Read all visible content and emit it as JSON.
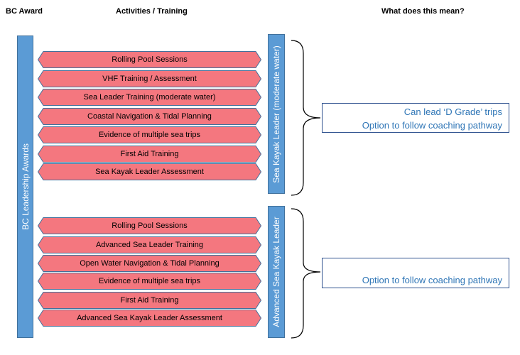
{
  "headers": {
    "bc_award": "BC Award",
    "activities": "Activities / Training",
    "meaning": "What does this mean?"
  },
  "left_bar": {
    "label": "BC Leadership Awards"
  },
  "group1": {
    "award": "Sea Kayak Leader (moderate water)",
    "activities": [
      "Rolling Pool Sessions",
      "VHF Training / Assessment",
      "Sea Leader Training (moderate water)",
      "Coastal Navigation & Tidal Planning",
      "Evidence of multiple sea trips",
      "First Aid Training",
      "Sea Kayak Leader Assessment"
    ],
    "meaning": [
      "Can lead ‘D Grade’ trips",
      "Option to follow coaching pathway"
    ]
  },
  "group2": {
    "award": "Advanced Sea Kayak Leader",
    "activities": [
      "Rolling Pool Sessions",
      "Advanced Sea Leader Training",
      "Open Water Navigation & Tidal Planning",
      "Evidence of multiple sea trips",
      "First Aid Training",
      "Advanced Sea Kayak Leader Assessment"
    ],
    "meaning": [
      "",
      "Option to follow coaching pathway"
    ]
  },
  "colors": {
    "bar_fill": "#5b9bd5",
    "activity_fill": "#f4777f",
    "activity_border": "#41719c",
    "meaning_text": "#2e75b6"
  }
}
